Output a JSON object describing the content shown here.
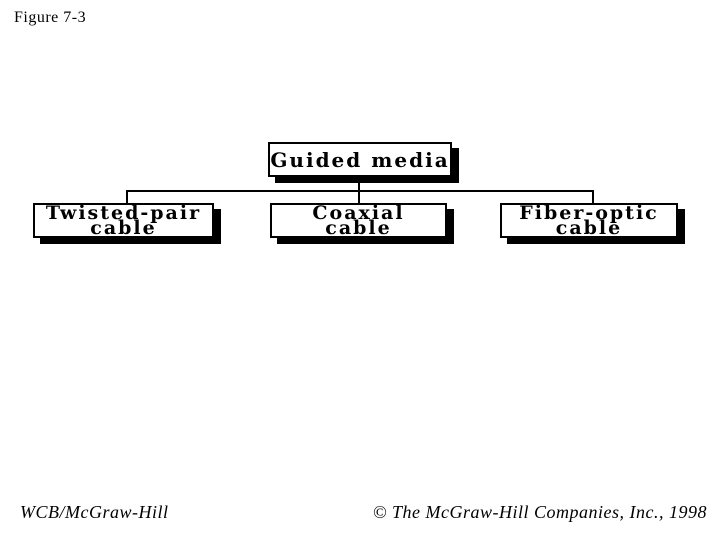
{
  "slide": {
    "figure_label": "Figure 7-3",
    "footer_left": "WCB/McGraw-Hill",
    "footer_right": "© The McGraw-Hill Companies, Inc., 1998"
  },
  "diagram": {
    "type": "tree",
    "root": {
      "label": "Guided media"
    },
    "children": [
      {
        "label": "Twisted-pair cable",
        "line1": "Twisted-pair",
        "line2": "cable"
      },
      {
        "label": "Coaxial cable",
        "line1": "Coaxial",
        "line2": "cable"
      },
      {
        "label": "Fiber-optic cable",
        "line1": "Fiber-optic",
        "line2": "cable"
      }
    ]
  },
  "colors": {
    "ink": "#000000",
    "background": "#ffffff",
    "box_fill": "#ffffff",
    "box_shadow": "#000000"
  }
}
